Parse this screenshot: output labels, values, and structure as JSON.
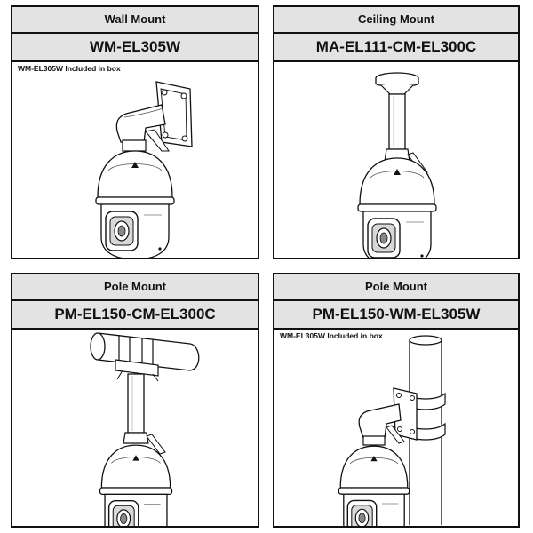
{
  "panels": [
    {
      "type": "Wall Mount",
      "model": "WM-EL305W",
      "note": "WM-EL305W Included in box"
    },
    {
      "type": "Ceiling Mount",
      "model": "MA-EL111-CM-EL300C",
      "note": ""
    },
    {
      "type": "Pole Mount",
      "model": "PM-EL150-CM-EL300C",
      "note": ""
    },
    {
      "type": "Pole Mount",
      "model": "PM-EL150-WM-EL305W",
      "note": "WM-EL305W Included in box"
    }
  ]
}
